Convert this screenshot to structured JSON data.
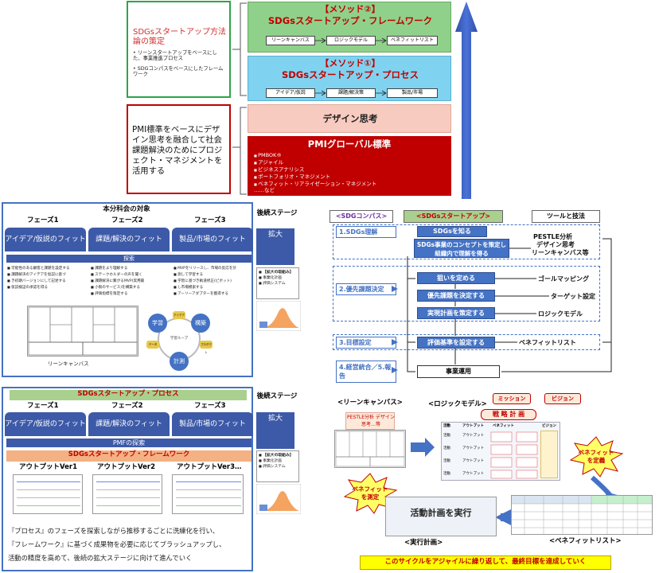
{
  "top": {
    "method2": {
      "label": "【メソッド②】",
      "title": "SDGsスタートアップ・フレームワーク",
      "steps": [
        "リーンキャンバス",
        "ロジックモデル",
        "ベネフィットリスト"
      ]
    },
    "method1": {
      "label": "【メソッド①】",
      "title": "SDGsスタートアップ・プロセス",
      "steps": [
        "アイデア/仮説",
        "課題/解決策",
        "製品/市場"
      ]
    },
    "design": "デザイン思考",
    "pmi": {
      "title": "PMIグローバル標準",
      "items": [
        "PMBOK®",
        "アジャイル",
        "ビジネスアナリシス",
        "ポートフォリオ・マネジメント",
        "ベネフィット・リアライゼーション・マネジメント"
      ],
      "etc": "……など"
    },
    "green_box": {
      "title": "SDGsスタートアップ方法論の策定",
      "bullets": [
        "リーンスタートアップをベースにした、事業推進プロセス",
        "SDGコンパスをベースにしたフレームワーク"
      ]
    },
    "red_box": {
      "text": "PMI標準をベースにデザイン思考を融合して社会課題解決のためにプロジェクト・マネジメントを活用する"
    }
  },
  "left1": {
    "title": "本分科会の対象",
    "phases": [
      {
        "label": "フェーズ1",
        "box": "アイデア/仮説のフィット"
      },
      {
        "label": "フェーズ2",
        "box": "課題/解決のフィット"
      },
      {
        "label": "フェーズ3",
        "box": "製品/市場のフィット"
      }
    ],
    "explore": "探索",
    "col1": [
      "可能性のある顧客と課題を設定する",
      "課題解決のアイデアを仮説に基づ",
      "き初期バージョンにして記述する",
      "仮説検証の承認を得る"
    ],
    "col2": [
      "課題をより理解する",
      "ステークホルダーの声を聞く",
      "課題解決に繋がるMVP(実用最",
      "小限のサービス)を構築する",
      "評価指標を策定する"
    ],
    "col3": [
      "MVPをリリースし、市場の反応を計",
      "測して学習する",
      "学習に基づき軌道修正(ピボット)",
      "し市場模索する",
      "アーリーアダプターを獲得する"
    ],
    "cycle": [
      "学習",
      "構築",
      "計測"
    ],
    "cycle_center": "学習ループ",
    "cycle_small": [
      "アイデア",
      "プロダクト",
      "データ"
    ],
    "canvas_label": "リーンキャンバス",
    "later_stage": "後続ステージ",
    "expand": "拡大",
    "later_items": [
      "【拡大の取組み】",
      "事業化計画",
      "評価システム"
    ]
  },
  "left2": {
    "title": "SDGsスタートアップ・プロセス",
    "phases": [
      {
        "label": "フェーズ1",
        "box": "アイデア/仮説のフィット"
      },
      {
        "label": "フェーズ2",
        "box": "課題/解決のフィット"
      },
      {
        "label": "フェーズ3",
        "box": "製品/市場のフィット"
      }
    ],
    "pmf": "PMFの探索",
    "framework": "SDGsスタートアップ・フレームワーク",
    "outputs": [
      "アウトプットVer1",
      "アウトプットVer2",
      "アウトプットVer3…"
    ],
    "later_stage": "後続ステージ",
    "expand": "拡大",
    "later_items": [
      "【拡大の取組み】",
      "事業化計画",
      "評価システム"
    ],
    "caption": [
      "『プロセス』のフェーズを探索しながら推移するごとに洗練化を行い、",
      "『フレームワーク』に基づく成果物を必要に応じてブラッシュアップし、",
      "活動の精度を高めて、後続の拡大ステージに向けて進んでいく"
    ]
  },
  "right1": {
    "headers": [
      "<SDGコンパス>",
      "<SDGsスタートアップ>",
      "ツールと技法"
    ],
    "steps": [
      "1.SDGs理解",
      "2.優先課題決定",
      "3.目標設定",
      "4.経営統合／5.報告"
    ],
    "boxes": [
      "SDGsを知る",
      "SDGs事業のコンセプトを策定し組織内で理解を得る",
      "狙いを定める",
      "優先課題を決定する",
      "実現計画を策定する",
      "評価基準を設定する",
      "事業運用"
    ],
    "tools": [
      "PESTLE分析",
      "デザイン思考",
      "リーンキャンバス等",
      "ゴールマッピング",
      "ターゲット設定",
      "ロジックモデル",
      "ベネフィットリスト"
    ]
  },
  "right2": {
    "lean": "<リーンキャンバス>",
    "pestle": "PESTLE分析 デザイン思考…等",
    "logic": "<ロジックモデル>",
    "mission": "ミッション",
    "vision": "ビジョン",
    "strategy": "戦 略 計 画",
    "benefit_define": "ベネフィットを定義",
    "benefit_measure": "ベネフィットを測定",
    "execute": "活動計画を実行",
    "exec_plan": "<実行計画>",
    "benefit_list": "<ベネフィットリスト>",
    "footer": "このサイクルをアジャイルに繰り返して、最終目標を達成していく",
    "lm_cols": [
      "活動",
      "アウトプット",
      "ベネフィット",
      "ビジョン"
    ],
    "lm_rows": [
      "活動",
      "活動",
      "活動",
      "活動"
    ],
    "lm_cells": [
      "アウトプット",
      "アウトプット",
      "アウトプット",
      "アウトプット"
    ]
  },
  "colors": {
    "blue": "#3d5aa8",
    "green_title": "#a9d08e",
    "red": "#c00000",
    "yellow": "#ffff00"
  }
}
